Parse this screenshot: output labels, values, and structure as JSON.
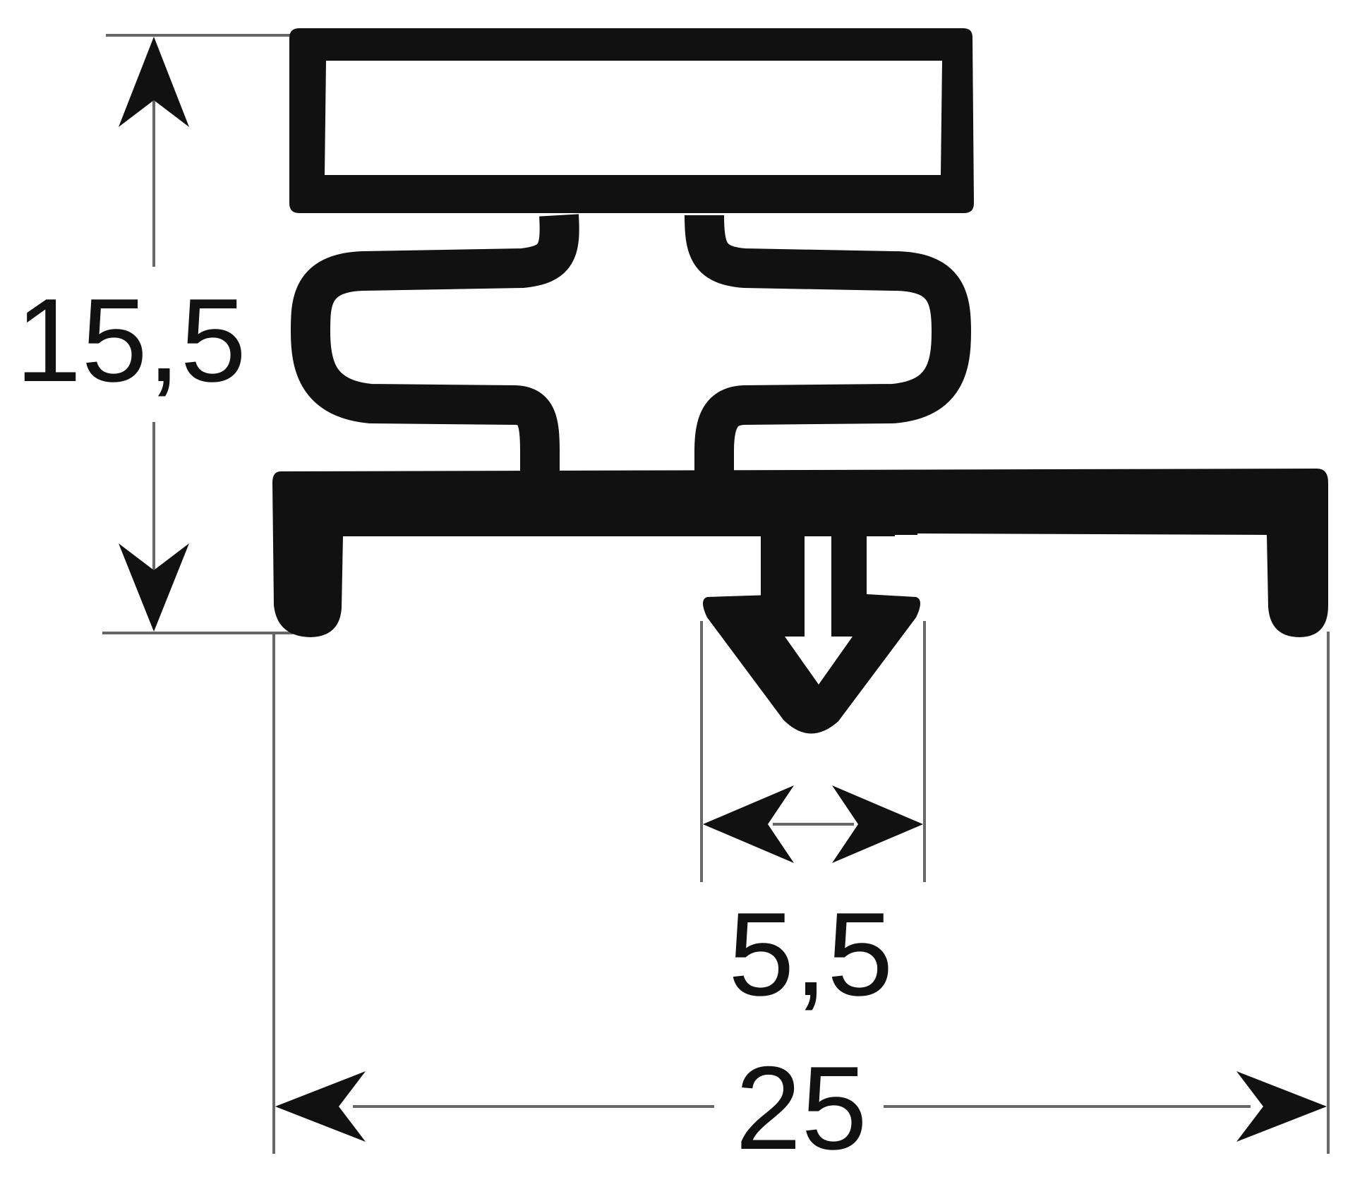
{
  "diagram": {
    "dimensions": {
      "height": "15,5",
      "width_total": "25",
      "foot_width": "5,5"
    },
    "colors": {
      "profile": "#111111",
      "dimension_line": "#666666",
      "background": "#ffffff"
    }
  }
}
